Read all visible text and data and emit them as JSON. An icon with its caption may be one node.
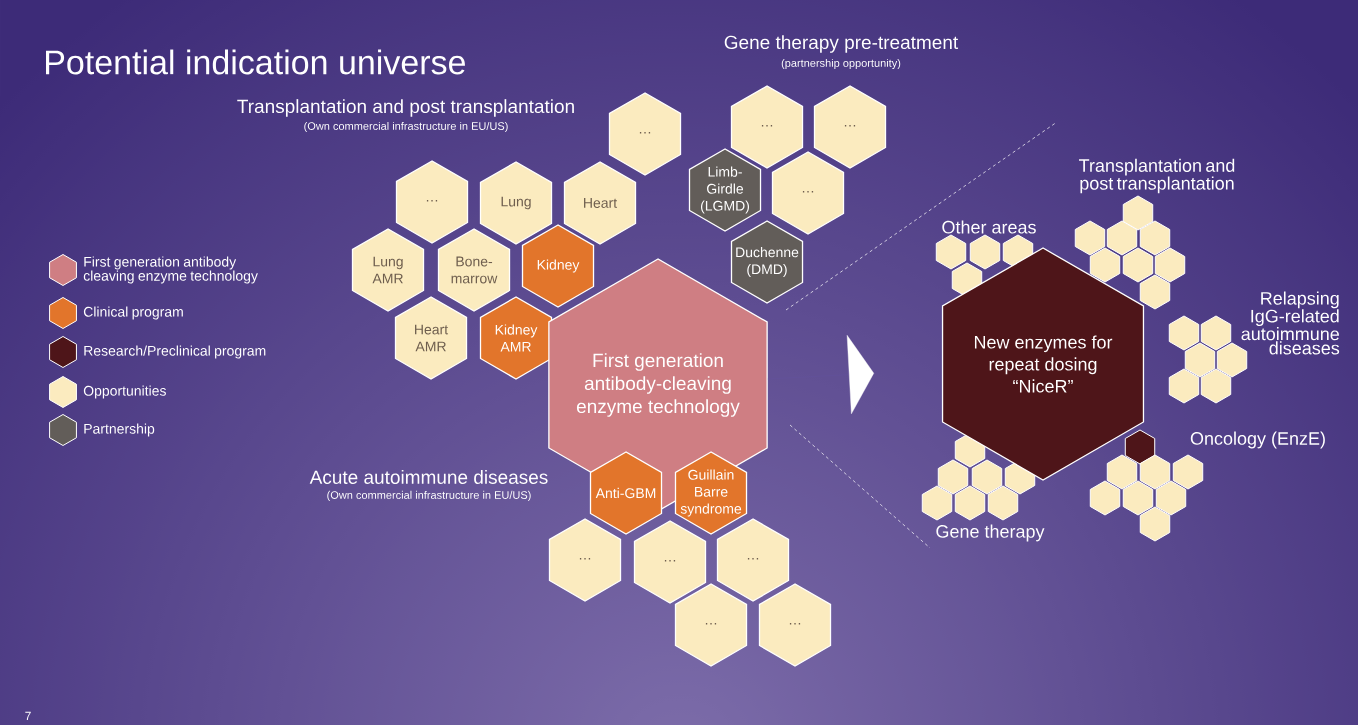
{
  "diagram": {
    "title": "Potential indication universe",
    "nodes": [
      {
        "text": [
          "…"
        ]
      },
      {
        "text": [
          "…"
        ]
      },
      {
        "text": [
          "…"
        ]
      },
      {
        "text": [
          "Limb-Girdle (LGMD)"
        ]
      },
      {
        "text": [
          "…"
        ]
      },
      {
        "text": [
          "…"
        ]
      },
      {
        "text": [
          "Lung"
        ]
      },
      {
        "text": [
          "Heart"
        ]
      },
      {
        "text": [
          "Duchenne (DMD)"
        ]
      },
      {
        "text": [
          "Lung AMR"
        ]
      },
      {
        "text": [
          "Bone-marrow"
        ]
      },
      {
        "text": [
          "Kidney"
        ]
      },
      {
        "text": [
          "Heart AMR"
        ]
      },
      {
        "text": [
          "Kidney AMR"
        ]
      },
      {
        "text": [
          "First generation antibody-cleaving enzyme technology"
        ]
      },
      {
        "text": [
          "New enzymes for repeat dosing “NiceR”"
        ]
      },
      {
        "text": [
          "Anti-GBM"
        ]
      },
      {
        "text": [
          "Guillain Barre syndrome"
        ]
      },
      {
        "text": [
          "…"
        ]
      },
      {
        "text": [
          "…"
        ]
      },
      {
        "text": [
          "…"
        ]
      },
      {
        "text": [
          "…"
        ]
      },
      {
        "text": [
          "…"
        ]
      }
    ],
    "edges": [
      {
        "from": 14,
        "to": 15,
        "arrow": "to"
      }
    ],
    "labels": [
      "Gene therapy pre-treatment",
      "(partnership opportunity)",
      "Transplantation and post transplantation",
      "(Own commercial infrastructure in EU/US)",
      "Transplantation and post transplantation",
      "Other areas",
      "Relapsing IgG-related autoimmune diseases",
      "Oncology (EnzE)",
      "Acute autoimmune diseases",
      "(Own commercial infrastructure in EU/US)",
      "Gene therapy",
      "7"
    ],
    "legend": [
      {
        "text": "First generation antibody cleaving enzyme technology",
        "color": "#cf7e83"
      },
      {
        "text": "Clinical program",
        "color": "#e2752b"
      },
      {
        "text": "Research/Preclinical program",
        "color": "#4e1519"
      },
      {
        "text": "Opportunities",
        "color": "#fbebbf"
      },
      {
        "text": "Partnership",
        "color": "#625d59"
      }
    ]
  }
}
